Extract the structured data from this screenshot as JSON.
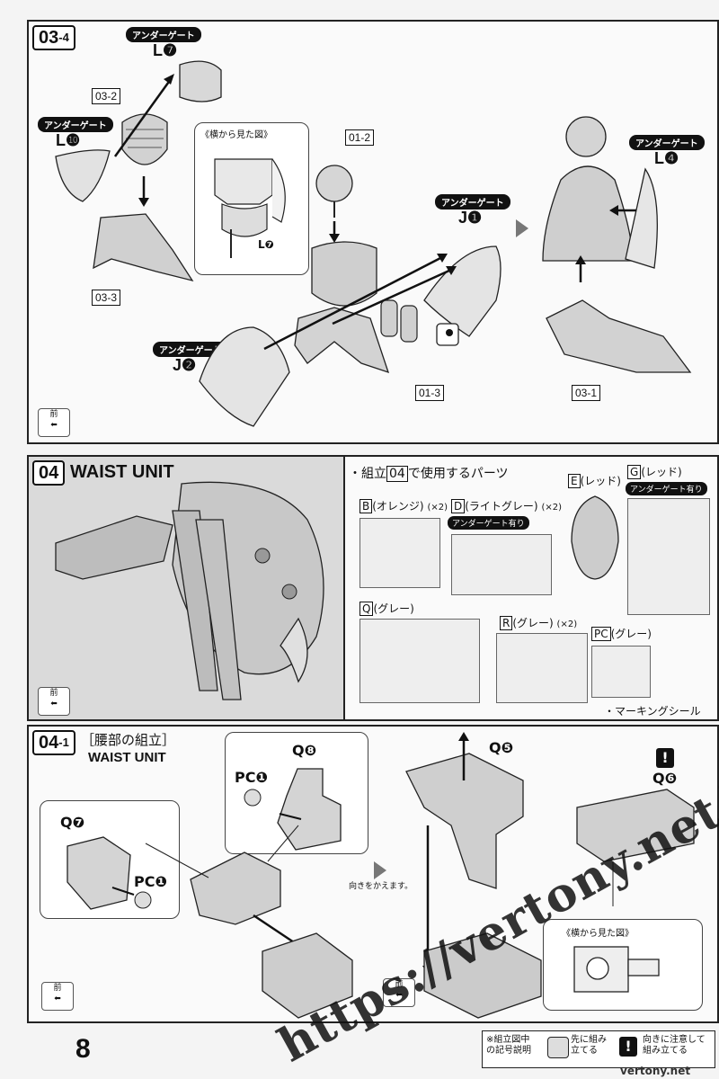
{
  "step_03_4": {
    "tag_main": "03",
    "tag_sub": "-4",
    "gate_label": "アンダーゲート",
    "gate_L7": "L",
    "gate_L7_num": "❼",
    "gate_L10": "L",
    "gate_L10_num": "❿",
    "gate_J1": "J",
    "gate_J1_num": "❶",
    "gate_J2": "J",
    "gate_J2_num": "❷",
    "gate_L4": "L",
    "gate_L4_num": "❹",
    "side_view": "《横から見た図》",
    "side_L7": "L❼",
    "refs": [
      "03-2",
      "03-3",
      "01-2",
      "01-3",
      "03-1"
    ],
    "front": "前"
  },
  "step_04": {
    "tag": "04",
    "title": "WAIST UNIT",
    "parts_heading_pre": "・組立",
    "parts_heading_num": "04",
    "parts_heading_post": "で使用するパーツ",
    "front": "前",
    "runners": [
      {
        "code": "B",
        "color": "(オレンジ)",
        "qty": "(×2)"
      },
      {
        "code": "D",
        "color": "(ライトグレー)",
        "qty": "(×2)",
        "badge": "アンダーゲート有り"
      },
      {
        "code": "E",
        "color": "(レッド)"
      },
      {
        "code": "G",
        "color": "(レッド)",
        "badge": "アンダーゲート有り"
      },
      {
        "code": "Q",
        "color": "(グレー)"
      },
      {
        "code": "R",
        "color": "(グレー)",
        "qty": "(×2)"
      },
      {
        "code": "PC",
        "color": "(グレー)"
      }
    ],
    "marking": "・マーキングシール"
  },
  "step_04_1": {
    "tag_main": "04",
    "tag_sub": "-1",
    "title_jp": "［腰部の組立］",
    "title_en": "WAIST UNIT",
    "q7": "Q❼",
    "q8": "Q❽",
    "q5": "Q❺",
    "q6": "Q❻",
    "pc1a": "PC❶",
    "pc1b": "PC❶",
    "turn_note": "向きをかえます。",
    "side_view": "《横から見た図》",
    "front": "前",
    "caution_mark": "!"
  },
  "footer": {
    "page_number": "8",
    "legend_title": "※組立図中の記号説明",
    "legend_first": "先に組み立てる",
    "legend_direction": "向きに注意して組み立てる"
  },
  "watermark": {
    "main": "https://vertony.net/",
    "footer": "vertony.net"
  }
}
